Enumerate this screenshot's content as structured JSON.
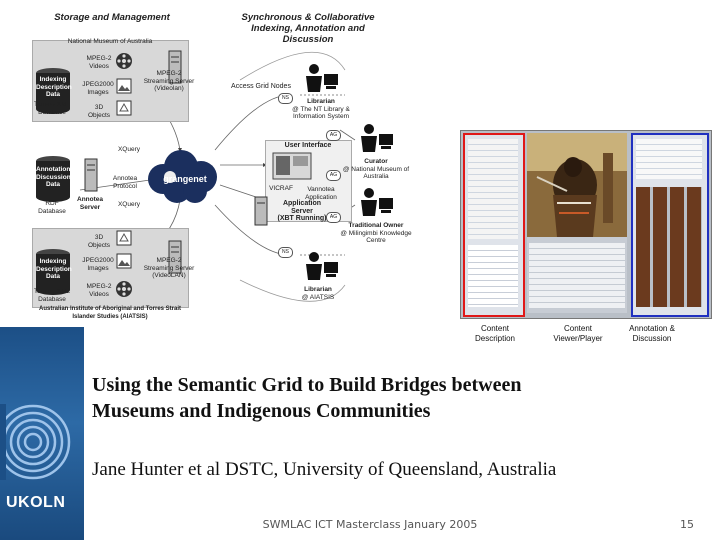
{
  "diagram": {
    "section_left": "Storage and Management",
    "section_right_line1": "Synchronous & Collaborative",
    "section_right_line2": "Indexing, Annotation and Discussion",
    "nma": "National Museum of Australia",
    "db1": [
      "Indexing",
      "Description",
      "Data"
    ],
    "db1_caption": [
      "Tamino XML",
      "Database"
    ],
    "mpeg2_top": [
      "MPEG-2",
      "Videos"
    ],
    "jpeg_top": [
      "JPEG2000",
      "Images"
    ],
    "objects_top": [
      "3D",
      "Objects"
    ],
    "stream_top": [
      "MPEG-2",
      "Streaming Server",
      "(Videolan)"
    ],
    "access_grid": "Access Grid Nodes",
    "annotation_db": [
      "Annotation",
      "Discussion",
      "Data"
    ],
    "annotation_caption": [
      "RDF",
      "Database"
    ],
    "annotea": [
      "Annotea",
      "Server"
    ],
    "xquery_top": "XQuery",
    "protocol": [
      "Annotea",
      "Protocol"
    ],
    "xquery_bottom": "XQuery",
    "grangenet": "grangenet",
    "user_interface": "User Interface",
    "vicraf": "VICRAF",
    "vannotea": [
      "Vannotea",
      "Application"
    ],
    "app_server": [
      "Application",
      "Server"
    ],
    "xml_running": "(XBT Running)",
    "db2": [
      "Indexing",
      "Description",
      "Data"
    ],
    "db2_caption": [
      "Tamino XML",
      "Database"
    ],
    "objects_bottom": [
      "3D",
      "Objects"
    ],
    "jpeg_bottom": [
      "JPEG2000",
      "Images"
    ],
    "mpeg2_bottom": [
      "MPEG-2",
      "Videos"
    ],
    "stream_bottom": [
      "MPEG-2",
      "Streaming Server",
      "(VideoLAN)"
    ],
    "aiatsis": [
      "Australian Institute of Aboriginal and Torres Strait",
      "Islander Studies (AIATSIS)"
    ],
    "librarian_top": [
      "Librarian",
      "@ The NT Library &",
      "Information System"
    ],
    "curator": [
      "Curator",
      "@ National Museum of",
      "Australia"
    ],
    "trad_owner": [
      "Traditional Owner",
      "@ Milingimbi Knowledge",
      "Centre"
    ],
    "librarian_bottom": [
      "Librarian",
      "@ AIATSIS"
    ],
    "badges": [
      "NS",
      "AG",
      "AG",
      "AG",
      "NS"
    ]
  },
  "screenshot_captions": {
    "content_description": [
      "Content",
      "Description"
    ],
    "content_viewer": [
      "Content",
      "Viewer/Player"
    ],
    "annotation": [
      "Annotation &",
      "Discussion"
    ]
  },
  "logo": "UKOLN",
  "title_line1": "Using the Semantic Grid to Build Bridges between",
  "title_line2": "Museums and Indigenous Communities",
  "author": "Jane Hunter et al DSTC, University of Queensland, Australia",
  "footer": "SWMLAC ICT Masterclass January 2005",
  "page_number": "15",
  "colors": {
    "logo_blue": "#1c4f86",
    "red_frame": "#e01818",
    "blue_frame": "#2030c0",
    "grangenet_cloud": "#1b2f5e"
  }
}
